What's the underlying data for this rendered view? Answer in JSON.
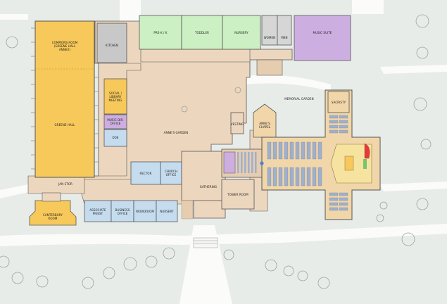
{
  "colors": {
    "background": "#f2f2ef",
    "lawn": "#e6ebe6",
    "path": "#fbfbf9",
    "corridor": "#ecd6be",
    "commons": "#f7c85a",
    "green_rooms": "#ccefc3",
    "music_suite": "#cdaee0",
    "office_blue": "#c5dcef",
    "kitchen_gray": "#c8c8c8",
    "sanctuary": "#f1d6a9",
    "pews": "#9fb0cc",
    "wall": "#555555",
    "tree": "#9aa59a"
  },
  "rooms": {
    "commons_room": "COMMONS ROOM\n(GREENE HALL\nANNEX)",
    "greene_hall": "GREENE HALL",
    "kitchen": "KITCHEN",
    "pre_k": "PRE-K / K",
    "toddler": "TODDLER",
    "nursery_top": "NURSERY",
    "women": "WOMEN",
    "men": "MEN",
    "music_suite": "MUSIC SUITE",
    "social_library": "SOCIAL /\nLIBRARY\nMEETING",
    "music_dir_office": "MUSIC DIR.\nOFFICE",
    "doe": "DOE",
    "annes_garden": "ANNE'S GARDEN",
    "memorial_garden": "MEMORIAL GARDEN",
    "sacristy": "SACRISTY",
    "vesting": "VESTING",
    "annes_chapel": "ANNE'S\nCHAPEL",
    "rector": "RECTOR",
    "church_office": "CHURCH\nOFFICE",
    "gathering": "GATHERING",
    "tower_room": "TOWER ROOM",
    "jan_stor": "JAN STOR",
    "canterbury_room": "CANTERBURY\nROOM",
    "associate_priest": "ASSOCIATE\nPRIEST",
    "business_office": "BUSINESS\nOFFICE",
    "workroom": "WORKROOM",
    "nursery_bottom": "NURSERY"
  }
}
